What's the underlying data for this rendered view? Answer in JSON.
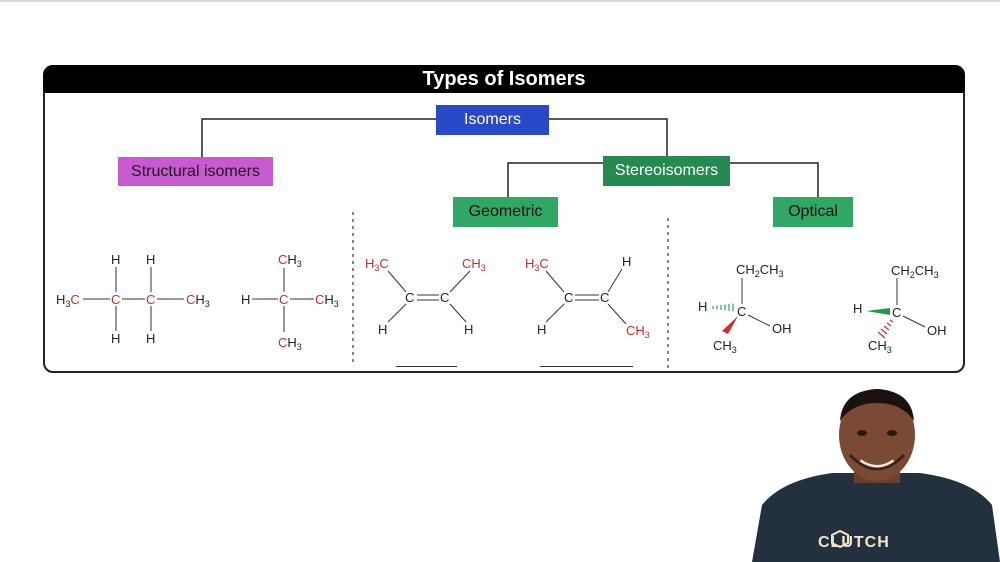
{
  "title": "Types of Isomers",
  "nodes": {
    "root": "Isomers",
    "structural": "Structural isomers",
    "stereo": "Stereoisomers",
    "geometric": "Geometric",
    "optical": "Optical"
  },
  "molecules": {
    "butane": {
      "h": "H",
      "c": "C",
      "h3c": "H3C",
      "ch3": "CH3"
    },
    "isobutane": {
      "h": "H",
      "c": "C",
      "ch3": "CH3"
    },
    "cis": {
      "h3c": "H3C",
      "ch3": "CH3",
      "c": "C",
      "h": "H"
    },
    "trans": {
      "h3c": "H3C",
      "ch3": "CH3",
      "c": "C",
      "h": "H"
    },
    "opt1": {
      "ch2ch3": "CH2CH3",
      "h": "H",
      "c": "C",
      "oh": "OH",
      "ch3": "CH3"
    },
    "opt2": {
      "ch2ch3": "CH2CH3",
      "h": "H",
      "c": "C",
      "oh": "OH",
      "ch3": "CH3"
    }
  },
  "badge": "CLUTCH",
  "colors": {
    "blue": "#2a49c8",
    "purple": "#c85ad0",
    "green": "#2fa864",
    "red": "#d42a2a"
  }
}
